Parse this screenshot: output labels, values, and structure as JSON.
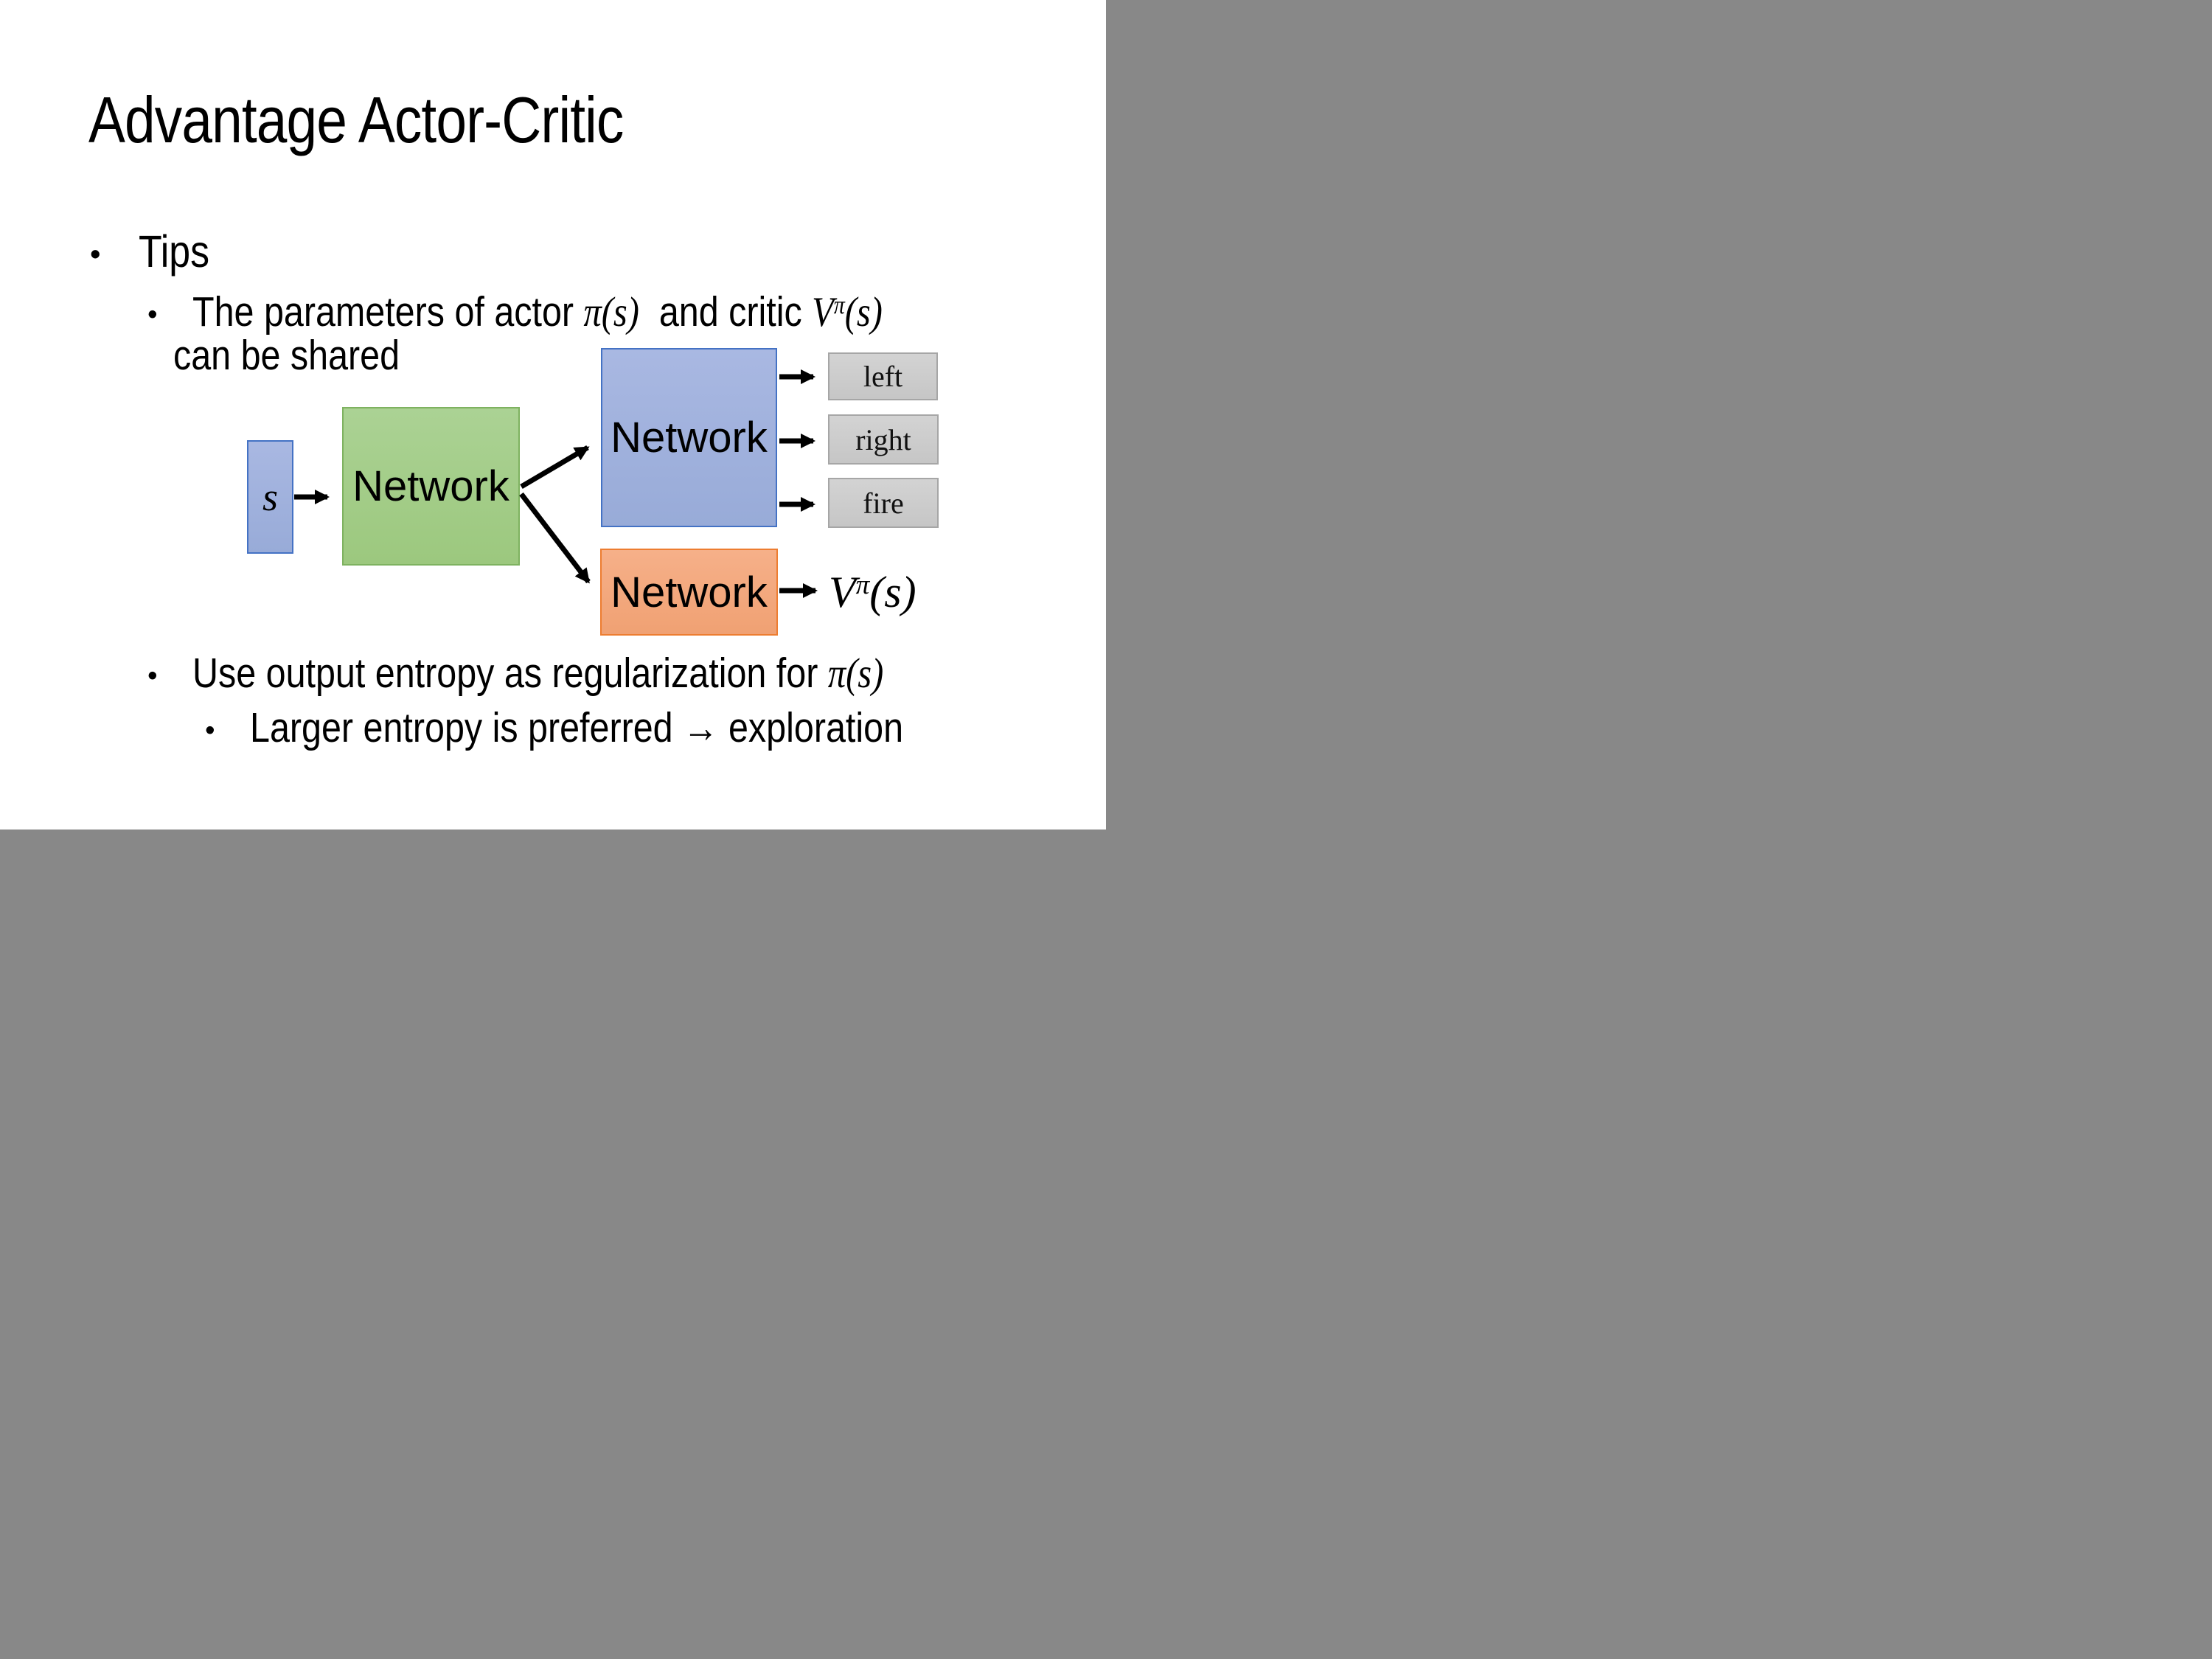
{
  "ui": {
    "bullet": "•"
  },
  "title": "Advantage Actor-Critic",
  "bullets": {
    "tips": "Tips",
    "b1": {
      "t1": "The parameters of actor ",
      "m1": "π(s)",
      "t2": "  and critic ",
      "v": "V",
      "sup": "π",
      "s": "(s)",
      "line2": "can be shared"
    },
    "b2": {
      "t1": "Use output entropy as regularization for ",
      "m1": "π(s)"
    },
    "b3": {
      "t1": "Larger entropy is preferred → exploration"
    }
  },
  "diagram": {
    "input_label": "s",
    "shared_network_label": "Network",
    "actor_network_label": "Network",
    "critic_network_label": "Network",
    "actions": [
      {
        "label": "left"
      },
      {
        "label": "right"
      },
      {
        "label": "fire"
      }
    ],
    "value": {
      "v": "V",
      "sup": "π",
      "s": "(s)"
    }
  },
  "colors": {
    "blue-fill-top": "#a9b8e2",
    "blue-fill-bot": "#98abd8",
    "blue-border": "#4472c4",
    "green-fill-top": "#abd294",
    "green-fill-bot": "#9cc87e",
    "green-border": "#7eb260",
    "orange-fill-top": "#f6b089",
    "orange-fill-bot": "#f0a173",
    "orange-border": "#ed7d31",
    "gray-fill-top": "#d3d3d3",
    "gray-fill-bot": "#c6c6c6",
    "gray-border": "#a6a6a6"
  }
}
